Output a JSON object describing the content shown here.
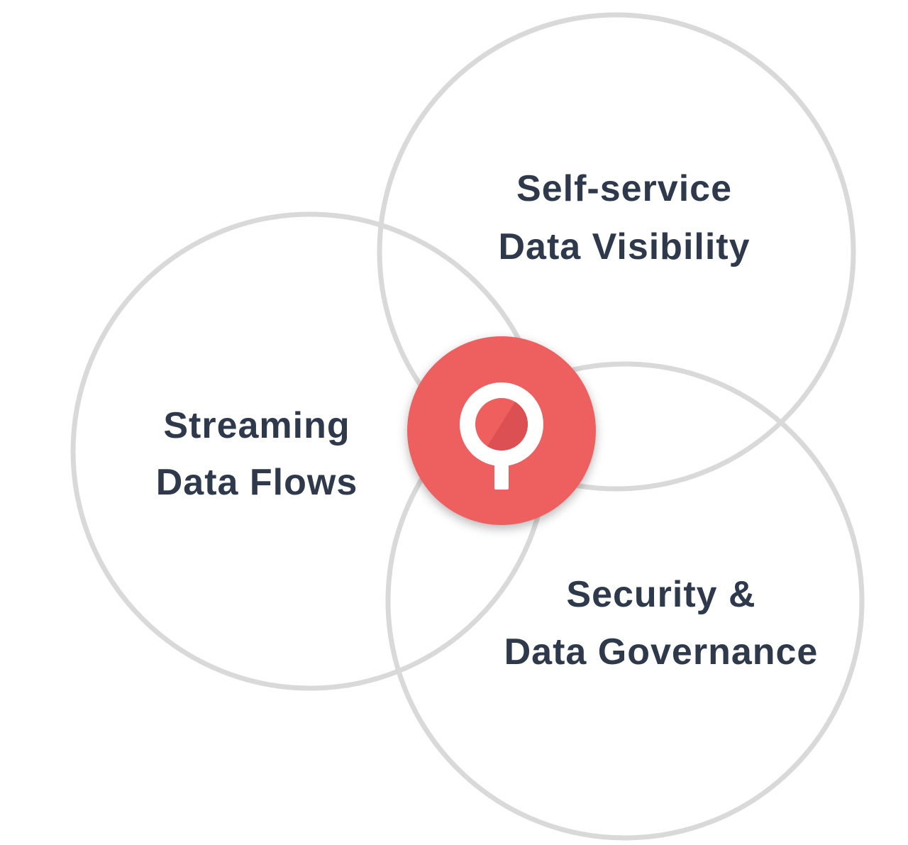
{
  "diagram": {
    "circles": [
      {
        "id": "streaming",
        "lines": [
          "Streaming",
          "Data Flows"
        ]
      },
      {
        "id": "self-service",
        "lines": [
          "Self-service",
          "Data Visibility"
        ]
      },
      {
        "id": "security",
        "lines": [
          "Security &",
          "Data Governance"
        ]
      }
    ],
    "center_logo": {
      "icon": "location-pin-logo"
    }
  },
  "colors": {
    "ring": "#d9d9d9",
    "text": "#2e3a4b",
    "logo_fill": "#ee5f5e",
    "logo_inner": "#dc4f52",
    "logo_glyph": "#ffffff"
  }
}
